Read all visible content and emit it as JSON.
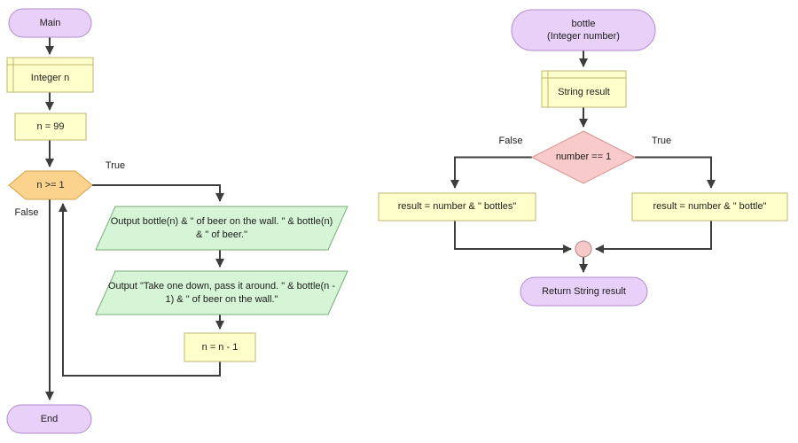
{
  "colors": {
    "background": "#ffffff",
    "connector": "#3d3d3d",
    "terminal_fill": "#e9d0f8",
    "terminal_border": "#b28bce",
    "declare_assign_fill": "#ffffcc",
    "declare_assign_border": "#bfb76f",
    "loop_fill": "#fbd38c",
    "loop_border": "#d6a14b",
    "output_fill": "#d6f5d6",
    "output_border": "#77ad77",
    "decision_fill": "#f8caca",
    "decision_border": "#db9292",
    "merge_fill": "#f6c8c8"
  },
  "main_chart": {
    "start": "Main",
    "declare": "Integer n",
    "assign_init": "n = 99",
    "loop_condition": "n >= 1",
    "loop_true_label": "True",
    "loop_false_label": "False",
    "output_wall": "Output bottle(n) & \" of beer on the wall. \" & bottle(n) & \" of beer.\"",
    "output_take": "Output \"Take one down, pass it around. \" & bottle(n - 1) & \" of beer on the wall.\"",
    "assign_decrement": "n = n - 1",
    "end": "End"
  },
  "bottle_chart": {
    "start": "bottle\n(Integer number)",
    "declare": "String result",
    "condition": "number == 1",
    "false_label": "False",
    "true_label": "True",
    "assign_plural": "result = number & \" bottles\"",
    "assign_singular": "result = number & \" bottle\"",
    "return": "Return String result"
  }
}
